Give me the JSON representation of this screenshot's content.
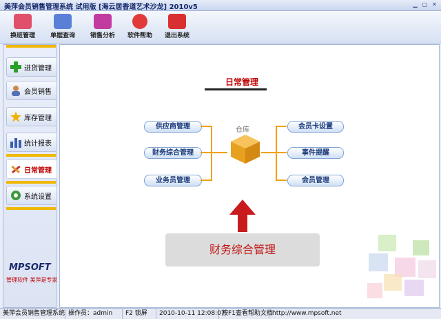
{
  "window": {
    "title": "美萍会员销售管理系统 试用版 [海云居香道艺术沙龙] 2010v5",
    "min": "▁",
    "max": "▢",
    "close": "✕"
  },
  "toolbar": [
    {
      "label": "换班管理",
      "icon": "people-icon",
      "color": "#e0506a"
    },
    {
      "label": "单据查询",
      "icon": "search-icon",
      "color": "#5a7fd6"
    },
    {
      "label": "销售分析",
      "icon": "chart-icon",
      "color": "#c23aa0"
    },
    {
      "label": "软件帮助",
      "icon": "help-icon",
      "color": "#e03a3a"
    },
    {
      "label": "退出系统",
      "icon": "exit-icon",
      "color": "#d83030"
    }
  ],
  "sidebar": {
    "items": [
      {
        "label": "进货管理",
        "icon": "plus-icon"
      },
      {
        "label": "会员销售",
        "icon": "user-icon"
      },
      {
        "label": "库存管理",
        "icon": "star-icon"
      },
      {
        "label": "统计报表",
        "icon": "bars-icon"
      },
      {
        "label": "日常管理",
        "icon": "tools-icon",
        "active": true
      },
      {
        "label": "系统设置",
        "icon": "gear-icon"
      }
    ],
    "logo": "MPSOFT",
    "slogan": "管理软件 美萍是专家"
  },
  "main": {
    "title": "日常管理",
    "center_label": "仓库",
    "left_buttons": [
      "供应商管理",
      "财务综合管理",
      "业务员管理"
    ],
    "right_buttons": [
      "会员卡设置",
      "事件提醒",
      "会员管理"
    ],
    "banner": "财务综合管理"
  },
  "status": {
    "app": "美萍会员销售管理系统",
    "operator": "操作员：admin",
    "lock": "F2 锁屏",
    "datetime": "2010-10-11 12:08:07",
    "help": "按F1查看帮助文档",
    "url": "http://www.mpsoft.net"
  },
  "colors": {
    "accent": "#c00000",
    "bracket": "#f0a000",
    "arrow": "#c81c1c"
  }
}
